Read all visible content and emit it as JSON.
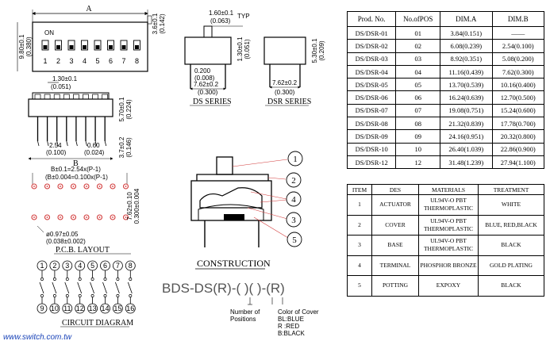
{
  "top_view": {
    "dim_a": "A",
    "on_label": "ON",
    "switch_numbers": [
      "1",
      "2",
      "3",
      "4",
      "5",
      "6",
      "7",
      "8"
    ],
    "height_dim": "9.80±0.1",
    "height_dim_in": "(0.380)",
    "side_dim": "3.6±0.1",
    "side_dim_in": "(0.142)"
  },
  "front_view": {
    "pitch_dim": "1.30±0.1",
    "pitch_dim_in": "(0.051)",
    "height_dim": "5.70±0.1",
    "height_dim_in": "(0.224)",
    "lead_dim": "3.7±0.2",
    "lead_dim_in": "(0.146)",
    "pitch2": "2.54",
    "pitch2_in": "(0.100)",
    "width2": "0.60",
    "width2_in": "(0.024)",
    "dim_b": "B"
  },
  "ds_series": {
    "top_dim": "1.60±0.1",
    "typ": "TYP",
    "top_dim_in": "(0.063)",
    "side_dim": "1.30±0.1",
    "side_dim_in": "(0.051)",
    "pin_dim": "0.200",
    "pin_dim_in": "(0.008)",
    "span_dim": "7.62±0.2",
    "span_dim_in": "(0.300)",
    "title": "DS SERIES"
  },
  "dsr_series": {
    "side_dim": "5.30±0.1",
    "side_dim_in": "(0.209)",
    "span_dim": "7.62±0.2",
    "span_dim_in": "(0.300)",
    "title": "DSR SERIES"
  },
  "pcb": {
    "formula1": "B±0.1=2.54x(P-1)",
    "formula2": "(B±0.004=0.100x(P-1)",
    "side_dim": "7.62±0.10",
    "side_dim_in": "0.300±0.004",
    "hole_dim": "ø0.97±0.05",
    "hole_dim_in": "(0.038±0.002)",
    "title": "P.C.B.   LAYOUT"
  },
  "circuit": {
    "top_numbers": [
      "1",
      "2",
      "3",
      "4",
      "5",
      "6",
      "7",
      "8"
    ],
    "bottom_numbers": [
      "9",
      "10",
      "11",
      "12",
      "13",
      "14",
      "15",
      "16"
    ],
    "title": "CIRCUIT  DIAGRAM"
  },
  "construction": {
    "title": "CONSTRUCTION",
    "callouts": [
      "1",
      "2",
      "4",
      "3",
      "5"
    ]
  },
  "part_number": {
    "code": "BDS-DS(R)-(  )(  )-(R)",
    "number_label_1": "Number of",
    "number_label_2": "Positions",
    "color_title_1": "Color of Cover",
    "color_bl": "BL:BLUE",
    "color_r": "R  :RED",
    "color_b": "B:BLACK"
  },
  "website": "www.switch.com.tw",
  "product_table": {
    "headers": [
      "Prod. No.",
      "No.ofPOS",
      "DIM.A",
      "DIM.B"
    ],
    "rows": [
      [
        "DS/DSR-01",
        "01",
        "3.84(0.151)",
        "——"
      ],
      [
        "DS/DSR-02",
        "02",
        "6.08(0.239)",
        "2.54(0.100)"
      ],
      [
        "DS/DSR-03",
        "03",
        "8.92(0.351)",
        "5.08(0.200)"
      ],
      [
        "DS/DSR-04",
        "04",
        "11.16(0.439)",
        "7.62(0.300)"
      ],
      [
        "DS/DSR-05",
        "05",
        "13.70(0.539)",
        "10.16(0.400)"
      ],
      [
        "DS/DSR-06",
        "06",
        "16.24(0.639)",
        "12.70(0.500)"
      ],
      [
        "DS/DSR-07",
        "07",
        "19.08(0.751)",
        "15.24(0.600)"
      ],
      [
        "DS/DSR-08",
        "08",
        "21.32(0.839)",
        "17.78(0.700)"
      ],
      [
        "DS/DSR-09",
        "09",
        "24.16(0.951)",
        "20.32(0.800)"
      ],
      [
        "DS/DSR-10",
        "10",
        "26.40(1.039)",
        "22.86(0.900)"
      ],
      [
        "DS/DSR-12",
        "12",
        "31.48(1.239)",
        "27.94(1.100)"
      ]
    ]
  },
  "materials_table": {
    "headers": [
      "ITEM",
      "DES",
      "MATERIALS",
      "TREATMENT"
    ],
    "rows": [
      [
        "1",
        "ACTUATOR",
        "UL94V-O PBT THERMOPLASTIC",
        "WHITE"
      ],
      [
        "2",
        "COVER",
        "UL94V-O PBT THERMOPLASTIC",
        "BLUE, RED,BLACK"
      ],
      [
        "3",
        "BASE",
        "UL94V-O PBT THERMOPLASTIC",
        "BLACK"
      ],
      [
        "4",
        "TERMINAL",
        "PHOSPHOR BRONZE",
        "GOLD PLATING"
      ],
      [
        "5",
        "POTTING",
        "EXPOXY",
        "BLACK"
      ]
    ]
  },
  "colors": {
    "line": "#000000",
    "leader": "#d23a3a",
    "pcb_hole": "#d23a3a",
    "link": "#1a44b8"
  }
}
